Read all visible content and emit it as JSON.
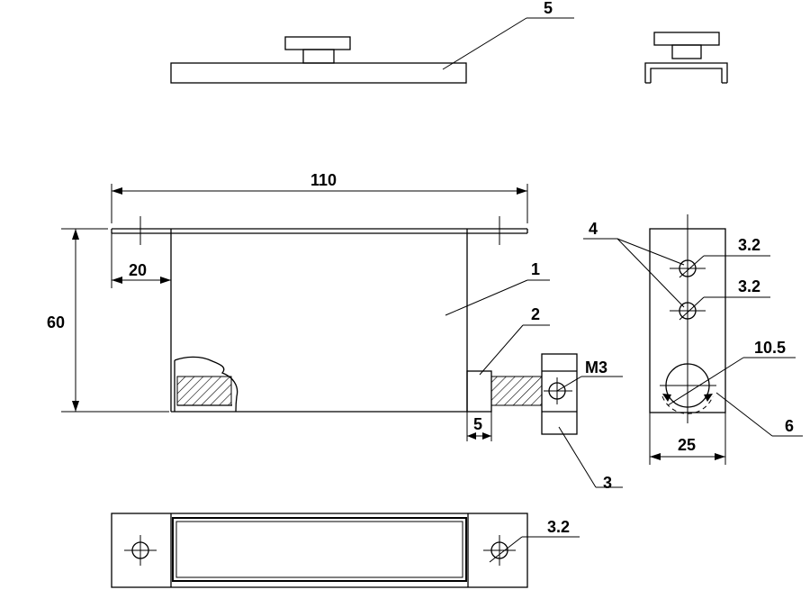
{
  "callouts": {
    "part_1": "1",
    "part_2": "2",
    "part_3": "3",
    "part_4": "4",
    "part_5": "5",
    "part_6": "6"
  },
  "dimensions": {
    "overall_length": "110",
    "height": "60",
    "flange_width": "20",
    "screw_offset": "5",
    "side_width": "25",
    "side_hole_top": "3.2",
    "side_hole_bottom": "3.2",
    "large_hole": "10.5",
    "bottom_hole": "3.2",
    "thread": "M3"
  }
}
